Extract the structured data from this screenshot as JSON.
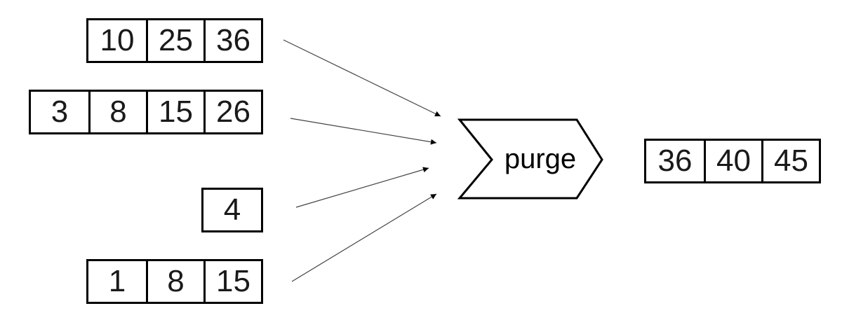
{
  "inputs": [
    {
      "values": [
        "10",
        "25",
        "36"
      ]
    },
    {
      "values": [
        "3",
        "8",
        "15",
        "26"
      ]
    },
    {
      "values": [
        "4"
      ]
    },
    {
      "values": [
        "1",
        "8",
        "15"
      ]
    }
  ],
  "operation": {
    "label": "purge"
  },
  "output": {
    "values": [
      "36",
      "40",
      "45"
    ]
  }
}
